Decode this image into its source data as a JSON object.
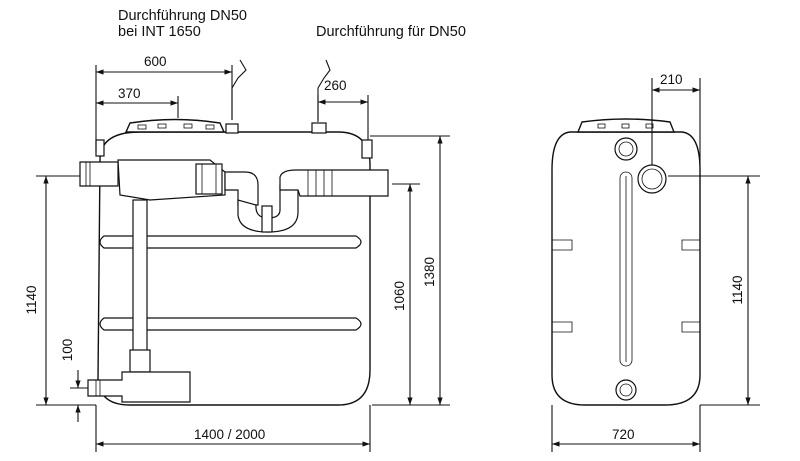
{
  "annotations": {
    "dn50_line1": "Durchführung DN50",
    "dn50_line2": "bei INT 1650",
    "dn50_for": "Durchführung für DN50"
  },
  "dimensions": {
    "d600": "600",
    "d370": "370",
    "d260": "260",
    "d210": "210",
    "d1140_left": "1140",
    "d100": "100",
    "d1060": "1060",
    "d1380": "1380",
    "d1140_right": "1140",
    "d1400_2000": "1400 / 2000",
    "d720": "720"
  }
}
